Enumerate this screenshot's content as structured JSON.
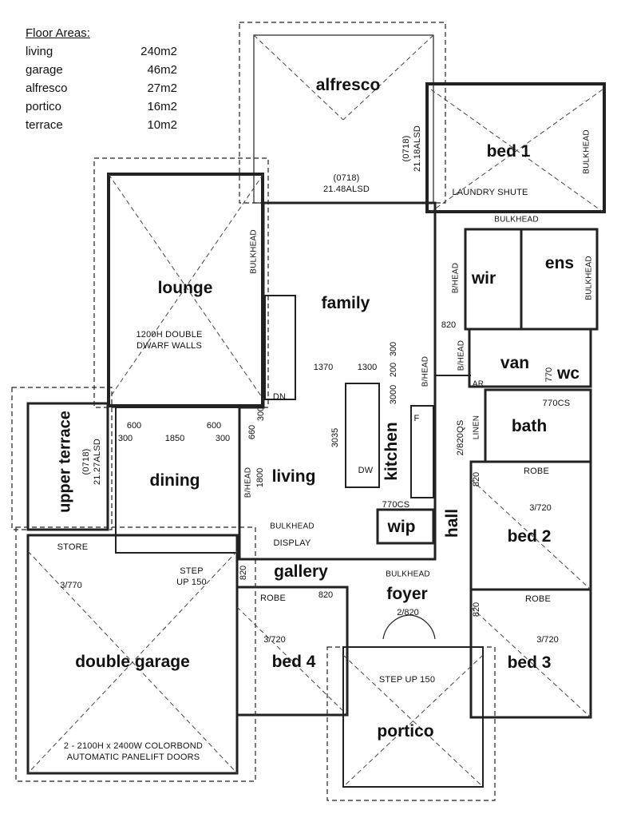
{
  "legend": {
    "title": "Floor Areas:",
    "rows": [
      {
        "name": "living",
        "area": "240m2"
      },
      {
        "name": "garage",
        "area": "46m2"
      },
      {
        "name": "alfresco",
        "area": "27m2"
      },
      {
        "name": "portico",
        "area": "16m2"
      },
      {
        "name": "terrace",
        "area": "10m2"
      }
    ]
  },
  "rooms": {
    "alfresco": "alfresco",
    "bed1": "bed 1",
    "lounge": "lounge",
    "family": "family",
    "wir": "wir",
    "ens": "ens",
    "van": "van",
    "wc": "wc",
    "bath": "bath",
    "kitchen": "kitchen",
    "dining": "dining",
    "living": "living",
    "upper_terrace": "upper terrace",
    "wip": "wip",
    "bed2": "bed 2",
    "hall": "hall",
    "gallery": "gallery",
    "foyer": "foyer",
    "bed4": "bed 4",
    "bed3": "bed 3",
    "double_garage": "double garage",
    "portico": "portico"
  },
  "notes": {
    "laundry_shute": "LAUNDRY SHUTE",
    "bulkhead": "BULKHEAD",
    "bhead": "B/HEAD",
    "dwarf_walls": "1200H DOUBLE\nDWARF WALLS",
    "dn": "DN",
    "alsd_alfresco": "(0718)\n21.48ALSD",
    "alsd_bed1": "(0718)\n21.18ALSD",
    "alsd_terrace": "(0718)\n21.27ALSD",
    "linen": "LINEN",
    "ar": "AR",
    "f": "F",
    "dw": "DW",
    "store": "STORE",
    "display": "DISPLAY",
    "step_up_gallery": "STEP\nUP 150",
    "step_up_portico": "STEP UP 150",
    "robe": "ROBE",
    "garage_doors": "2 - 2100H x 2400W COLORBOND\nAUTOMATIC PANELIFT DOORS",
    "hall_door": "2/820QS",
    "cs770": "770CS"
  },
  "dims": {
    "d1370": "1370",
    "d1300": "1300",
    "d300": "300",
    "d200": "200",
    "d3000": "3000",
    "d3035": "3035",
    "d600": "600",
    "d1850": "1850",
    "d660": "660",
    "d1800": "1800",
    "d820": "820",
    "d770": "770",
    "d3720": "3/720",
    "d3770": "3/770",
    "d2820": "2/820"
  }
}
